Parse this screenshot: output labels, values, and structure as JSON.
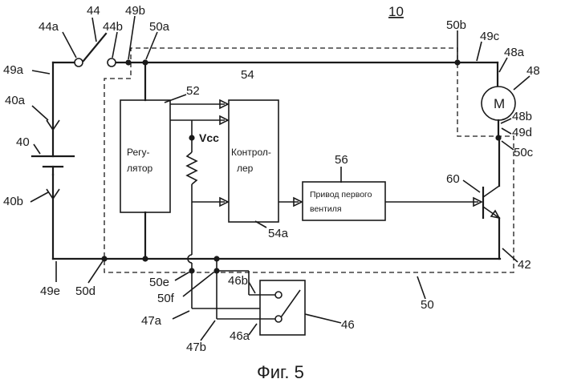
{
  "figure_number": "10",
  "caption": "Фиг. 5",
  "labels": {
    "l44": "44",
    "l44a": "44a",
    "l44b": "44b",
    "l49b": "49b",
    "l50a": "50a",
    "l50b": "50b",
    "l49c": "49c",
    "l48a": "48a",
    "l48": "48",
    "l48b": "48b",
    "l49d": "49d",
    "l50c": "50c",
    "l49a": "49a",
    "l40a": "40a",
    "l40": "40",
    "l40b": "40b",
    "l49e": "49e",
    "l50d": "50d",
    "l52": "52",
    "l54": "54",
    "l54a": "54a",
    "l56": "56",
    "l60": "60",
    "l42": "42",
    "l50e": "50e",
    "l50f": "50f",
    "l46b": "46b",
    "l46a": "46a",
    "l46": "46",
    "l47a": "47a",
    "l47b": "47b",
    "l50": "50"
  },
  "blocks": {
    "regulator_line1": "Регу-",
    "regulator_line2": "лятор",
    "controller_line1": "Контрол-",
    "controller_line2": "лер",
    "driver_line1": "Привод первого",
    "driver_line2": "вентиля",
    "vcc": "Vcc",
    "motor": "M"
  }
}
